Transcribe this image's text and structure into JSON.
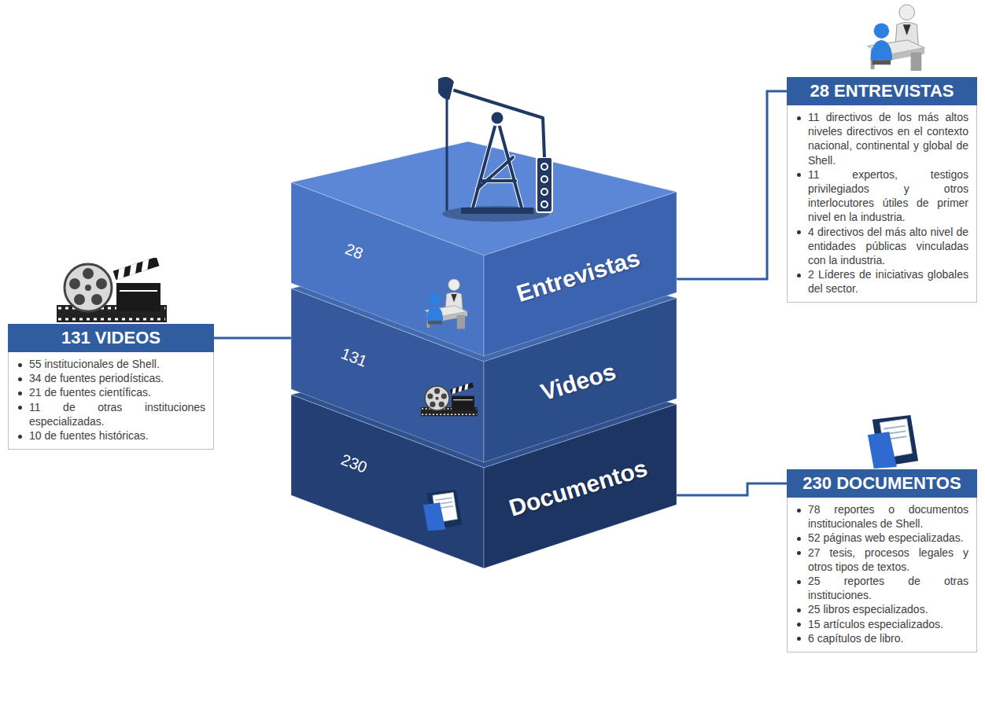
{
  "diagram": {
    "nodes": [
      {
        "text": [
          "28",
          "Entrevistas"
        ]
      },
      {
        "text": [
          "131",
          "Videos"
        ]
      },
      {
        "text": [
          "230",
          "Documentos"
        ]
      },
      {
        "text": [
          "28 ENTREVISTAS",
          "11 directivos de los más altos niveles directivos en el contexto nacional, continental y global de Shell.",
          "11 expertos, testigos privilegiados y otros interlocutores útiles de primer nivel en la industria.",
          "4 directivos del más alto nivel de entidades públicas vinculadas con la industria.",
          "2 Líderes de iniciativas globales del sector."
        ]
      },
      {
        "text": [
          "131 VIDEOS",
          "55 institucionales de Shell.",
          "34 de fuentes periodísticas.",
          "21 de fuentes científicas.",
          "11 de otras instituciones especializadas.",
          "10 de fuentes históricas."
        ]
      },
      {
        "text": [
          "230 DOCUMENTOS",
          "78 reportes o documentos institucionales de Shell.",
          "52 páginas web especializadas.",
          "27 tesis, procesos legales y otros tipos de textos.",
          "25 reportes de otras instituciones.",
          "25 libros especializados.",
          "15 artículos especializados.",
          "6 capítulos de libro."
        ]
      }
    ],
    "edges": [
      {
        "from": 0,
        "to": 3,
        "arrow": "none"
      },
      {
        "from": 1,
        "to": 4,
        "arrow": "none"
      },
      {
        "from": 2,
        "to": 5,
        "arrow": "none"
      }
    ]
  }
}
